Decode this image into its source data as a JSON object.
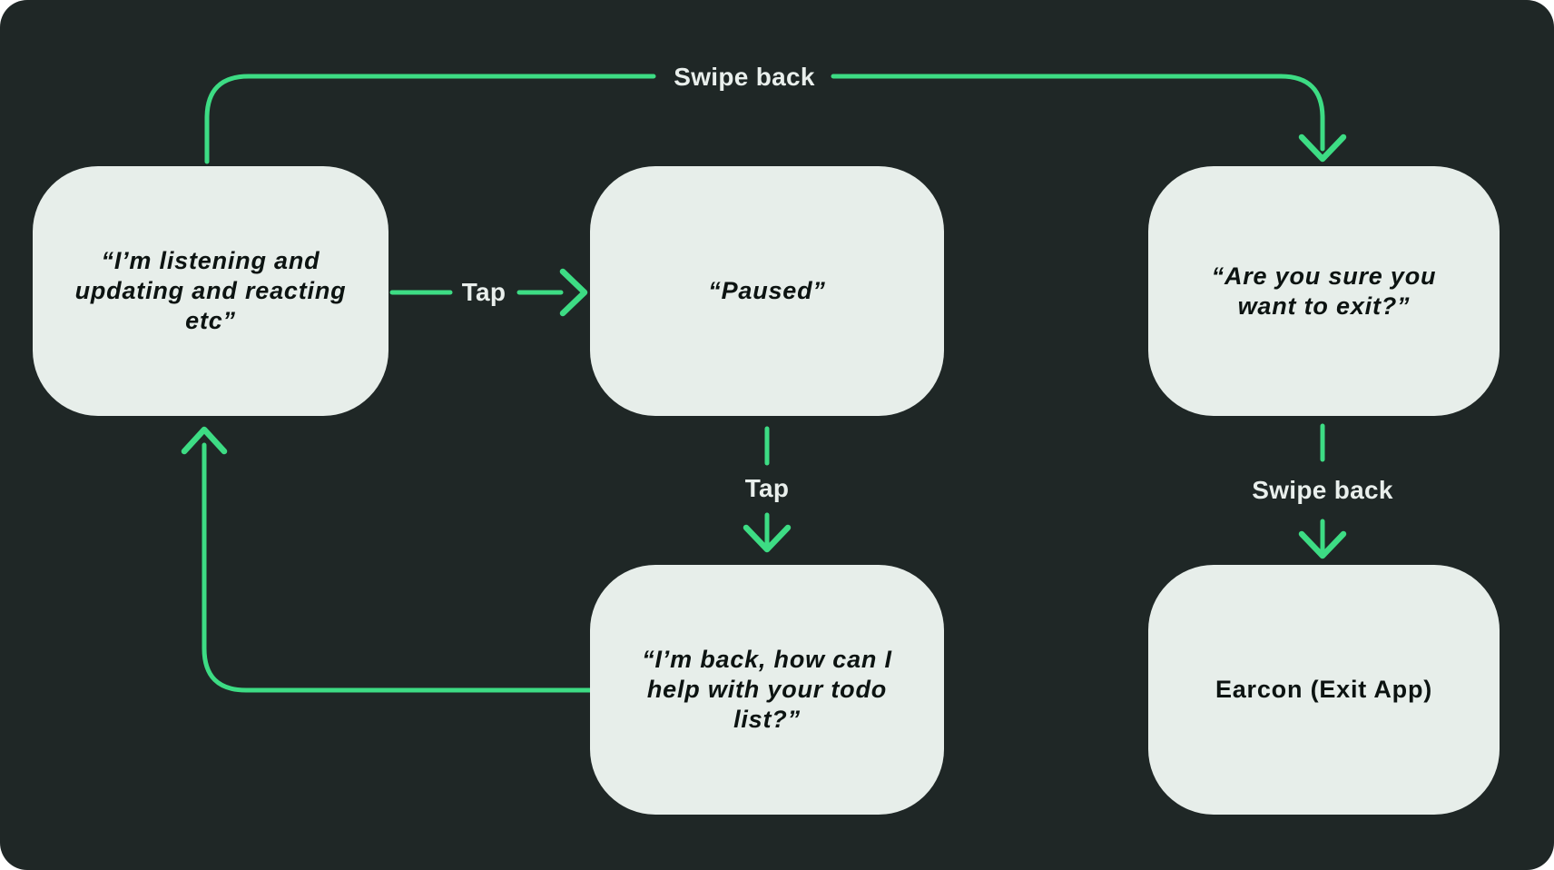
{
  "diagram": {
    "type": "flowchart",
    "colors": {
      "background": "#1f2726",
      "node_fill": "#e7eeea",
      "node_text": "#0c1311",
      "arrow": "#3ddc84",
      "label_text": "#e9efec"
    },
    "nodes": [
      {
        "id": "listening",
        "text": "“I’m listening and updating and reacting etc”",
        "lines": [
          "“I’m listening and",
          "updating and reacting",
          "etc”"
        ]
      },
      {
        "id": "paused",
        "text": "“Paused”",
        "lines": [
          "“Paused”"
        ]
      },
      {
        "id": "exit-confirm",
        "text": "“Are you sure you want to exit?”",
        "lines": [
          "“Are you sure you",
          "want to exit?”"
        ]
      },
      {
        "id": "back",
        "text": "“I’m back, how can I help with your todo list?”",
        "lines": [
          "“I’m back, how can I",
          "help with your todo",
          "list?”"
        ]
      },
      {
        "id": "earcon",
        "text": "Earcon (Exit App)",
        "lines": [
          "Earcon (Exit App)"
        ]
      }
    ],
    "edges": [
      {
        "from": "listening",
        "to": "exit-confirm",
        "label": "Swipe back"
      },
      {
        "from": "listening",
        "to": "paused",
        "label": "Tap"
      },
      {
        "from": "paused",
        "to": "back",
        "label": "Tap"
      },
      {
        "from": "back",
        "to": "listening",
        "label": ""
      },
      {
        "from": "exit-confirm",
        "to": "earcon",
        "label": "Swipe back"
      }
    ]
  }
}
